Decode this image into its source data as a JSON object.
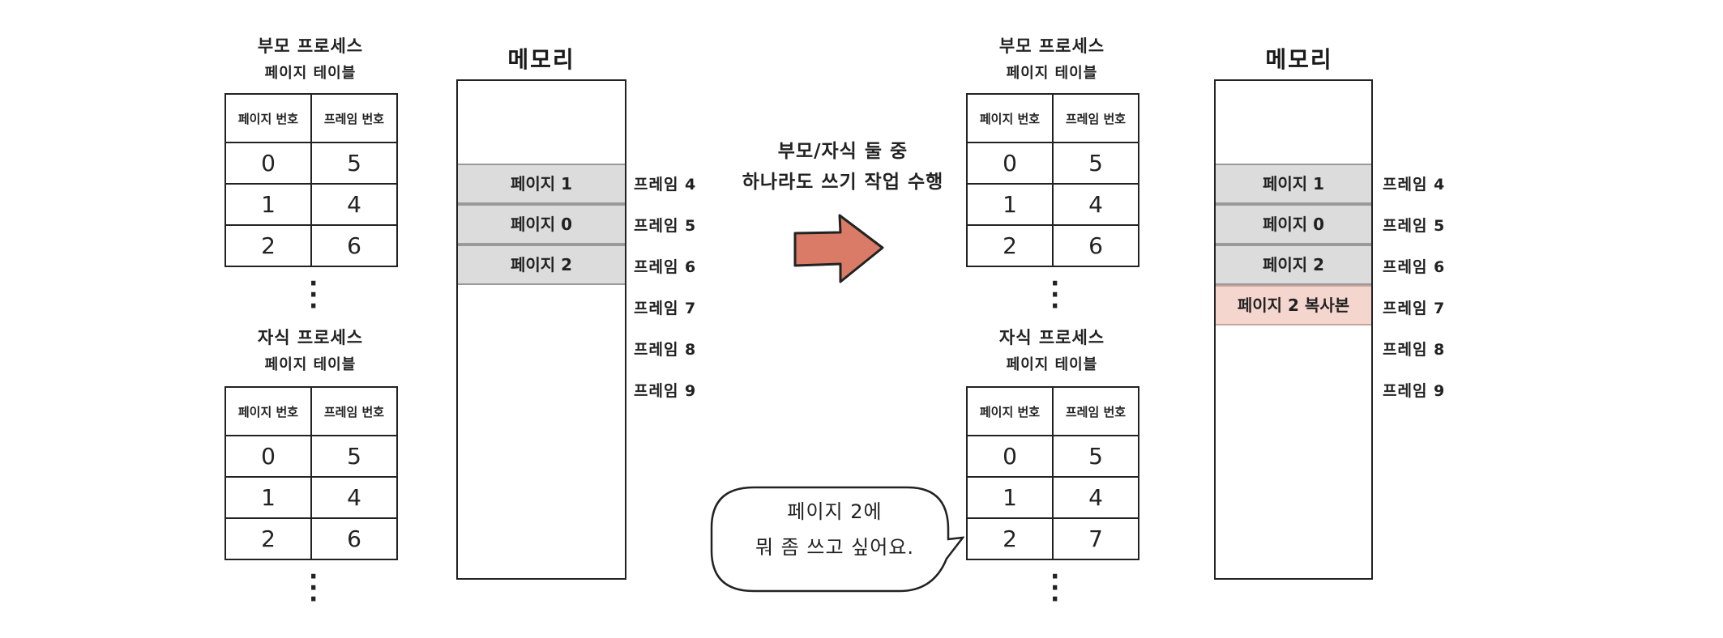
{
  "left_panel": {
    "parent": {
      "caption_line1": "부모 프로세스",
      "caption_line2": "페이지 테이블",
      "headers": [
        "페이지 번호",
        "프레임 번호"
      ],
      "rows": [
        [
          "0",
          "5"
        ],
        [
          "1",
          "4"
        ],
        [
          "2",
          "6"
        ]
      ]
    },
    "child": {
      "caption_line1": "자식 프로세스",
      "caption_line2": "페이지 테이블",
      "headers": [
        "페이지 번호",
        "프레임 번호"
      ],
      "rows": [
        [
          "0",
          "5"
        ],
        [
          "1",
          "4"
        ],
        [
          "2",
          "6"
        ]
      ]
    },
    "memory": {
      "title": "메모리",
      "slots": [
        "페이지 1",
        "페이지 0",
        "페이지 2"
      ],
      "frames": [
        "프레임 4",
        "프레임 5",
        "프레임 6",
        "프레임 7",
        "프레임 8",
        "프레임 9"
      ]
    }
  },
  "transition": {
    "line1": "부모/자식 둘 중",
    "line2": "하나라도 쓰기 작업 수행",
    "arrow_color": "#d97b66"
  },
  "speech_bubble": {
    "line1": "페이지 2에",
    "line2": "뭐 좀 쓰고 싶어요."
  },
  "right_panel": {
    "parent": {
      "caption_line1": "부모 프로세스",
      "caption_line2": "페이지 테이블",
      "headers": [
        "페이지 번호",
        "프레임 번호"
      ],
      "rows": [
        [
          "0",
          "5"
        ],
        [
          "1",
          "4"
        ],
        [
          "2",
          "6"
        ]
      ]
    },
    "child": {
      "caption_line1": "자식 프로세스",
      "caption_line2": "페이지 테이블",
      "headers": [
        "페이지 번호",
        "프레임 번호"
      ],
      "rows": [
        [
          "0",
          "5"
        ],
        [
          "1",
          "4"
        ],
        [
          "2",
          "7"
        ]
      ]
    },
    "memory": {
      "title": "메모리",
      "slots": [
        "페이지 1",
        "페이지 0",
        "페이지 2",
        "페이지 2 복사본"
      ],
      "frames": [
        "프레임 4",
        "프레임 5",
        "프레임 6",
        "프레임 7",
        "프레임 8",
        "프레임 9"
      ]
    }
  }
}
